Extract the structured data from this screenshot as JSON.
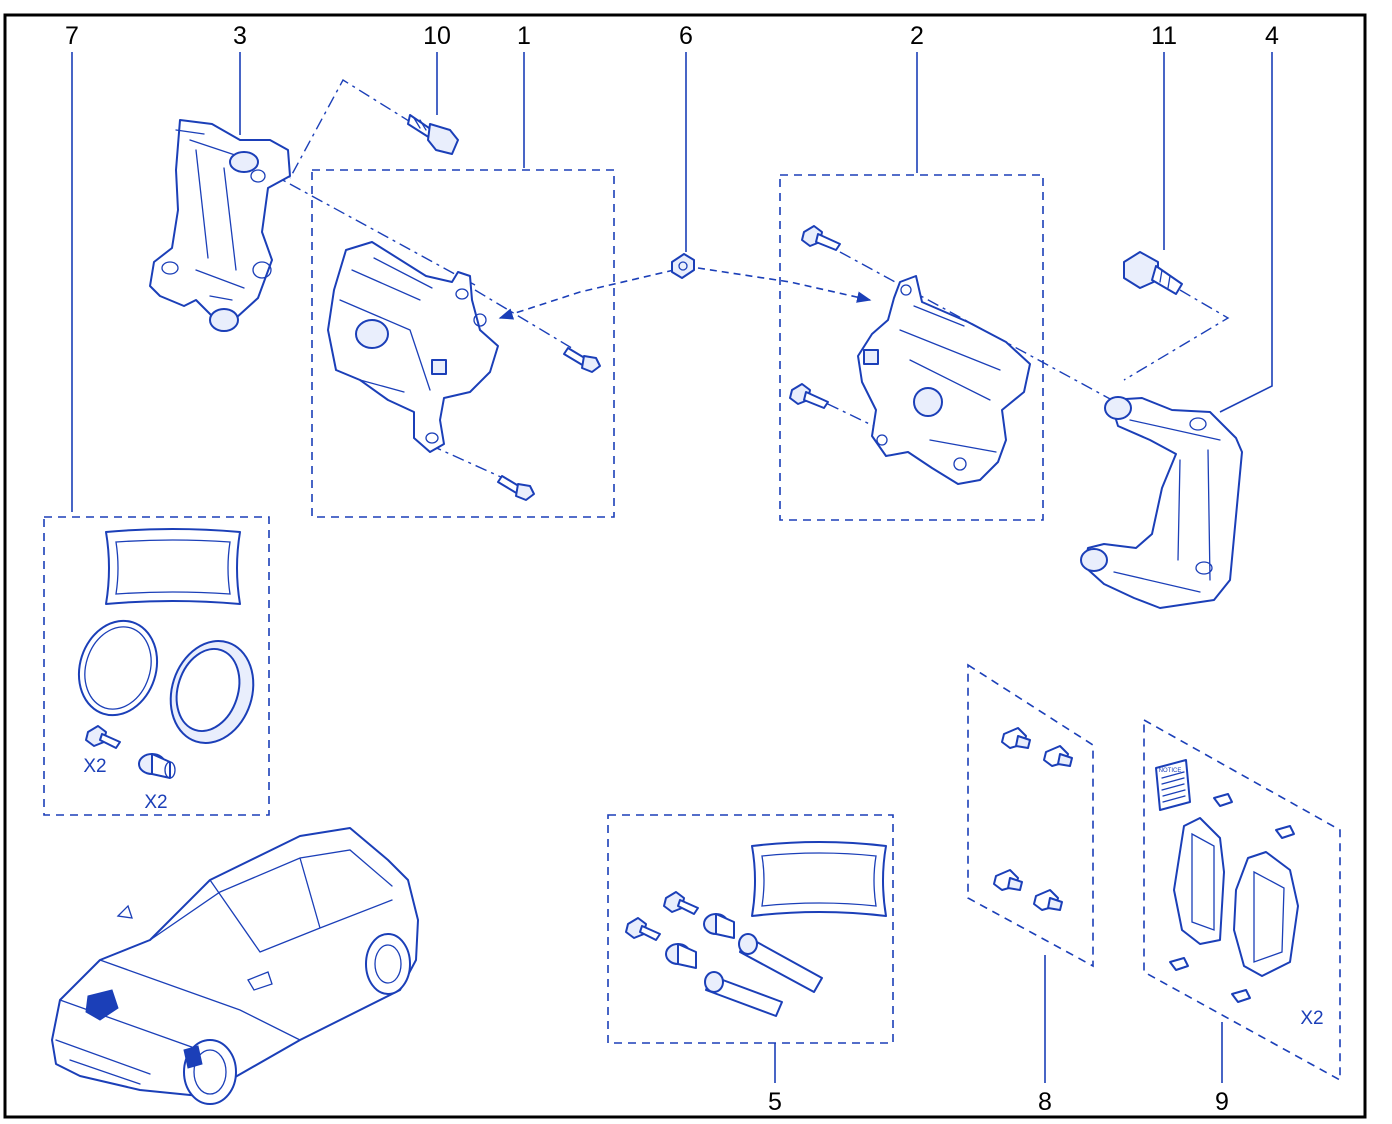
{
  "callouts": {
    "c1": "1",
    "c2": "2",
    "c3": "3",
    "c4": "4",
    "c5": "5",
    "c6": "6",
    "c7": "7",
    "c8": "8",
    "c9": "9",
    "c10": "10",
    "c11": "11"
  },
  "quantities": {
    "kit7_bolts": "X2",
    "kit7_bushings": "X2",
    "kit9_pads": "X2"
  },
  "notice_label": "NOTICE",
  "colors": {
    "line": "#1b3fb8",
    "label": "#000000",
    "border": "#000000"
  }
}
